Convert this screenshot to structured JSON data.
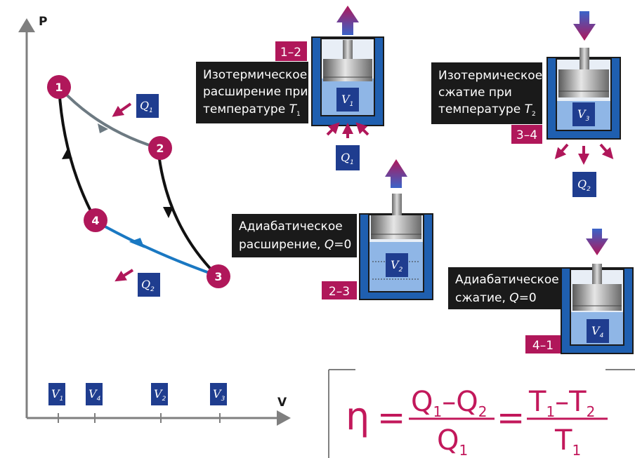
{
  "axes": {
    "y_label": "P",
    "x_label": "V"
  },
  "points": [
    "1",
    "2",
    "3",
    "4"
  ],
  "v_ticks": [
    {
      "letter": "V",
      "sub": "1"
    },
    {
      "letter": "V",
      "sub": "4"
    },
    {
      "letter": "V",
      "sub": "2"
    },
    {
      "letter": "V",
      "sub": "3"
    }
  ],
  "heat": {
    "q1": {
      "letter": "Q",
      "sub": "1"
    },
    "q2": {
      "letter": "Q",
      "sub": "2"
    }
  },
  "stages": {
    "s12": {
      "label": "1–2",
      "line1": "Изотермическое",
      "line2": "расширение при",
      "line3": "температуре ",
      "temp": "T",
      "temp_sub": "1",
      "volume": "V",
      "volume_sub": "1"
    },
    "s34": {
      "label": "3–4",
      "line1": "Изотермическое",
      "line2": "сжатие при",
      "line3": "температуре ",
      "temp": "T",
      "temp_sub": "2",
      "volume": "V",
      "volume_sub": "3"
    },
    "s23": {
      "label": "2–3",
      "line1": "Адиабатическое",
      "line2": "расширение, ",
      "q": "Q",
      "eq": "=0",
      "volume": "V",
      "volume_sub": "2"
    },
    "s41": {
      "label": "4–1",
      "line1": "Адиабатическое",
      "line2": "сжатие, ",
      "q": "Q",
      "eq": "=0",
      "volume": "V",
      "volume_sub": "4"
    }
  },
  "formula": {
    "eta": "η",
    "equals": "=",
    "num1": "Q",
    "num1_sub": "1",
    "minus": "–",
    "num2": "Q",
    "num2_sub": "2",
    "den1": "Q",
    "den1_sub": "1",
    "num3": "T",
    "num3_sub": "1",
    "num4": "T",
    "num4_sub": "2",
    "den2": "T",
    "den2_sub": "1"
  },
  "colors": {
    "point": "#b0175a",
    "box": "#1f3d8f",
    "curve_12": "#6d7a82",
    "curve_41": "#1a78c2",
    "black": "#111111",
    "caption_bg": "#1a1a1a",
    "formula": "#c2185b"
  }
}
